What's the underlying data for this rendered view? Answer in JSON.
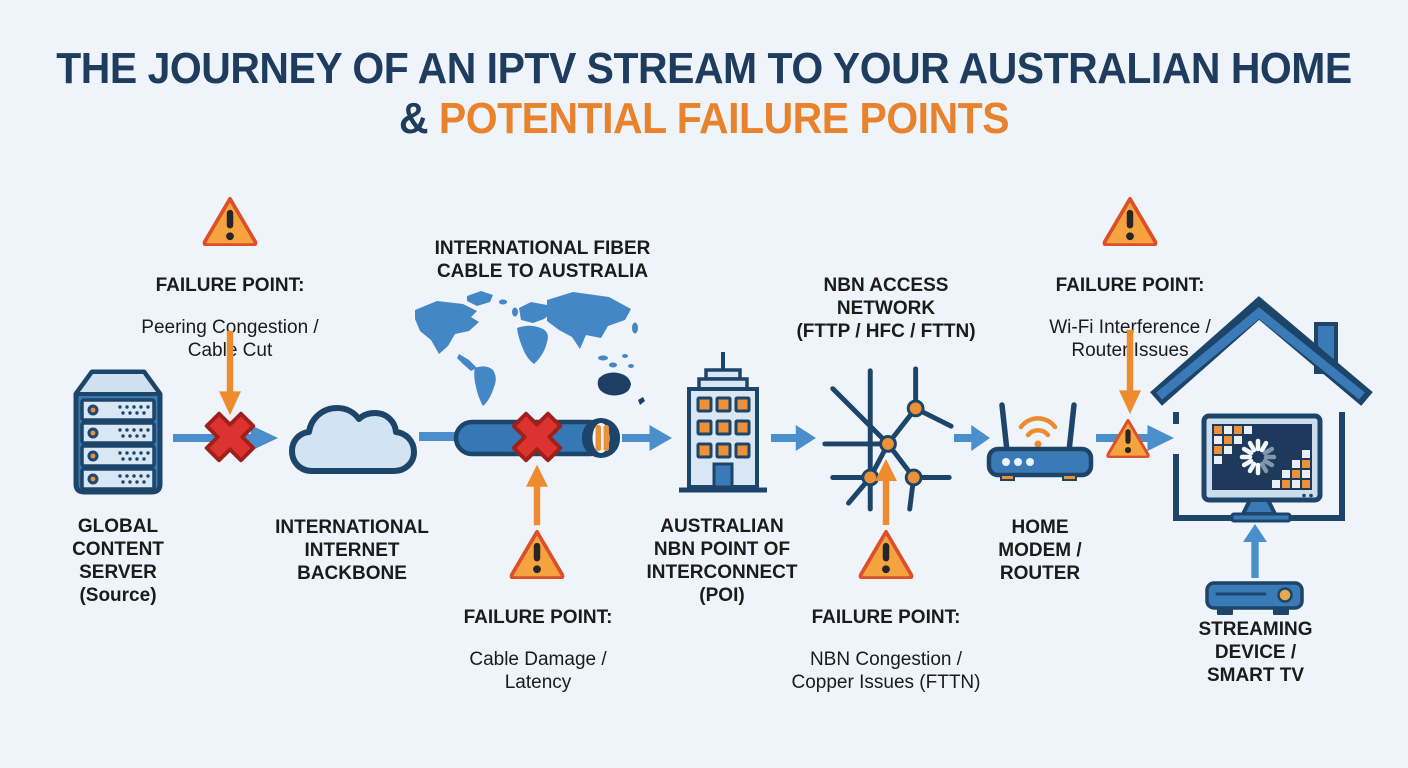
{
  "title": {
    "line1": "THE JOURNEY OF AN IPTV STREAM TO YOUR AUSTRALIAN HOME",
    "amp": "& ",
    "highlight": "POTENTIAL FAILURE POINTS"
  },
  "stages": {
    "server": {
      "label": "GLOBAL\nCONTENT\nSERVER\n(Source)"
    },
    "backbone": {
      "label": "INTERNATIONAL\nINTERNET\nBACKBONE"
    },
    "fiber": {
      "caption": "INTERNATIONAL FIBER\nCABLE TO AUSTRALIA"
    },
    "poi": {
      "label": "AUSTRALIAN\nNBN POINT OF\nINTERCONNECT\n(POI)"
    },
    "nbn": {
      "caption": "NBN ACCESS\nNETWORK\n(FTTP / HFC / FTTN)"
    },
    "router": {
      "label": "HOME\nMODEM /\nROUTER"
    },
    "streaming": {
      "label": "STREAMING\nDEVICE /\nSMART TV"
    }
  },
  "failure_points": {
    "peering": {
      "heading": "FAILURE POINT:",
      "detail": "Peering Congestion /\nCable Cut"
    },
    "cable": {
      "heading": "FAILURE POINT:",
      "detail": "Cable Damage /\nLatency"
    },
    "congestion": {
      "heading": "FAILURE POINT:",
      "detail": "NBN Congestion /\nCopper Issues (FTTN)"
    },
    "wifi": {
      "heading": "FAILURE POINT:",
      "detail": "Wi-Fi Interference /\nRouter Issues"
    }
  },
  "icons": {
    "warning-icon": "⚠",
    "server-icon": "🖥",
    "cloud-icon": "☁",
    "world-map-icon": "🗺",
    "fiber-cable-icon": "▬",
    "red-x-icon": "✖",
    "building-icon": "🏢",
    "network-nodes-icon": "✳",
    "router-icon": "📶",
    "house-tv-icon": "🏠",
    "streaming-box-icon": "▭",
    "flow-arrow-icon": "→"
  },
  "colors": {
    "background": "#eef4f9",
    "title_navy": "#1e3c5e",
    "title_orange": "#e8822d",
    "arrow_blue": "#4a8ecb",
    "outline_navy": "#1d4569",
    "fill_light_blue": "#d5e5f3",
    "fill_mid_blue": "#3a7ab7",
    "failure_red": "#dd3330",
    "triangle_fill": "#f5a33e",
    "triangle_border": "#dd4f2a",
    "orange_accent": "#ee8b2f",
    "text_black": "#1b1b1b"
  }
}
